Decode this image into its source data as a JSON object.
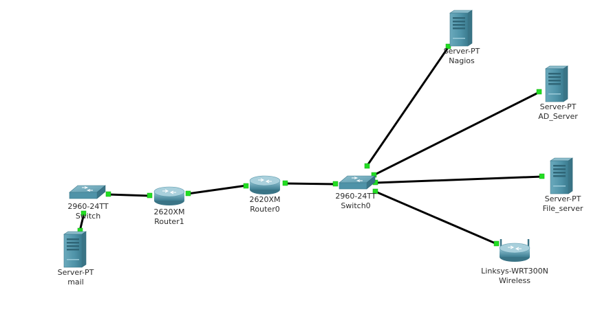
{
  "devices": {
    "nagios": {
      "model": "Server-PT",
      "name": "Nagios",
      "icon": "server-icon"
    },
    "ad_server": {
      "model": "Server-PT",
      "name": "AD_Server",
      "icon": "server-icon"
    },
    "file_server": {
      "model": "Server-PT",
      "name": "File_server",
      "icon": "server-icon"
    },
    "switch0": {
      "model": "2960-24TT",
      "name": "Switch0",
      "icon": "switch-icon"
    },
    "router0": {
      "model": "2620XM",
      "name": "Router0",
      "icon": "router-icon"
    },
    "router1": {
      "model": "2620XM",
      "name": "Router1",
      "icon": "router-icon"
    },
    "switch": {
      "model": "2960-24TT",
      "name": "Switch",
      "icon": "switch-icon"
    },
    "mail": {
      "model": "Server-PT",
      "name": "mail",
      "icon": "server-icon"
    },
    "wireless": {
      "model": "Linksys-WRT300N",
      "name": "Wireless",
      "icon": "wireless-router-icon"
    }
  },
  "links": [
    {
      "from": "switch",
      "to": "router1"
    },
    {
      "from": "switch",
      "to": "mail"
    },
    {
      "from": "router1",
      "to": "router0"
    },
    {
      "from": "router0",
      "to": "switch0"
    },
    {
      "from": "switch0",
      "to": "nagios"
    },
    {
      "from": "switch0",
      "to": "ad_server"
    },
    {
      "from": "switch0",
      "to": "file_server"
    },
    {
      "from": "switch0",
      "to": "wireless"
    }
  ],
  "colors": {
    "link": "#000000",
    "port_up": "#22dd22",
    "device_body": "#4f93a8",
    "label_text": "#2a2a2a"
  }
}
